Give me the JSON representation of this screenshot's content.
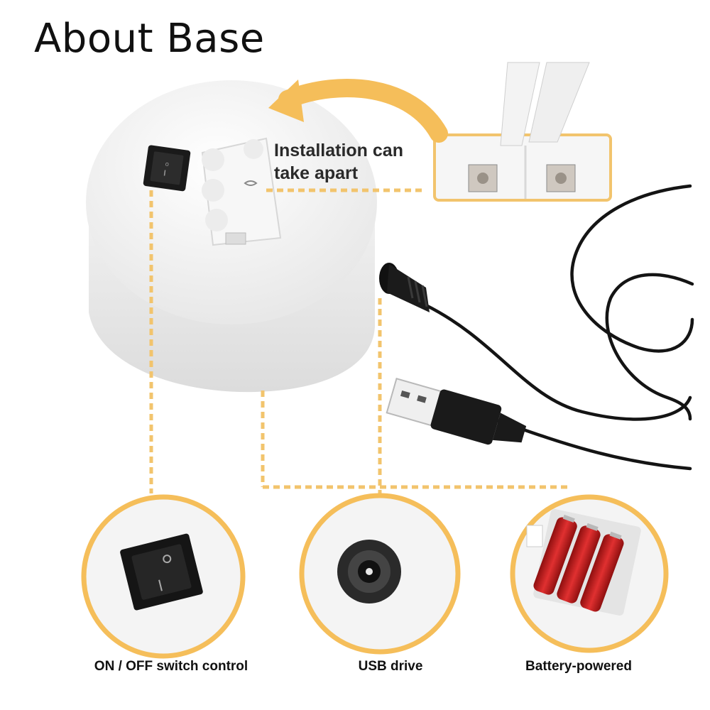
{
  "title": "About Base",
  "callout": {
    "line1": "Installation can",
    "line2": "take apart"
  },
  "features": [
    {
      "caption": "ON / OFF switch control",
      "icon": "rocker-switch-icon"
    },
    {
      "caption": "USB drive",
      "icon": "dc-jack-icon"
    },
    {
      "caption": "Battery-powered",
      "icon": "battery-compartment-icon"
    }
  ],
  "colors": {
    "accent": "#f5be5a",
    "accent_dashed": "#f2c46d",
    "base_white": "#f4f4f4",
    "cable": "#141414",
    "battery_red": "#c21b1b"
  }
}
